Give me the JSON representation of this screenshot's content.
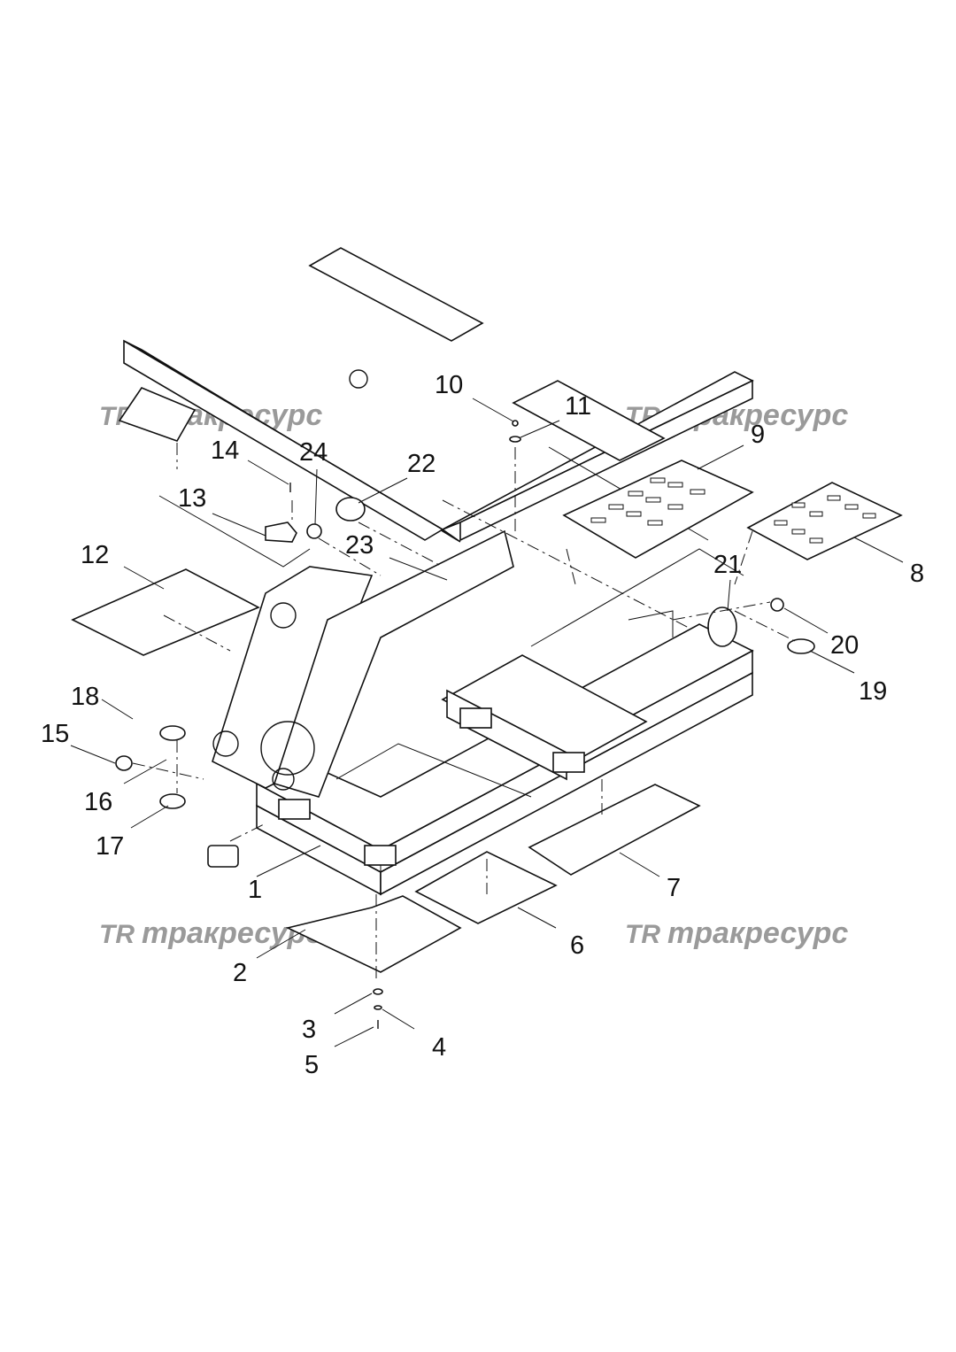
{
  "watermark": {
    "text": "тракресурс",
    "logo": "TR"
  },
  "callouts": [
    "1",
    "2",
    "3",
    "4",
    "5",
    "6",
    "7",
    "8",
    "9",
    "10",
    "11",
    "12",
    "13",
    "14",
    "15",
    "16",
    "17",
    "18",
    "19",
    "20",
    "21",
    "22",
    "23",
    "24"
  ],
  "colors": {
    "line": "#111111",
    "watermark": "#9a9a9a",
    "background": "#ffffff"
  }
}
